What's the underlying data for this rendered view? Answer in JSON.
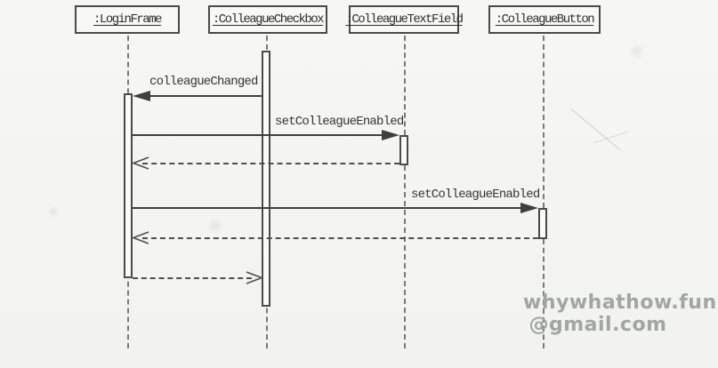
{
  "diagram": {
    "type": "uml-sequence",
    "lifelines": [
      {
        "label": ":LoginFrame"
      },
      {
        "label": ":ColleagueCheckbox"
      },
      {
        "label": ":ColleagueTextField"
      },
      {
        "label": ":ColleagueButton"
      }
    ],
    "messages": [
      {
        "label": "colleagueChanged",
        "from": ":ColleagueCheckbox",
        "to": ":LoginFrame",
        "kind": "call"
      },
      {
        "label": "setColleagueEnabled",
        "from": ":LoginFrame",
        "to": ":ColleagueTextField",
        "kind": "call"
      },
      {
        "label": "",
        "from": ":ColleagueTextField",
        "to": ":LoginFrame",
        "kind": "return"
      },
      {
        "label": "setColleagueEnabled",
        "from": ":LoginFrame",
        "to": ":ColleagueButton",
        "kind": "call"
      },
      {
        "label": "",
        "from": ":ColleagueButton",
        "to": ":LoginFrame",
        "kind": "return"
      },
      {
        "label": "",
        "from": ":LoginFrame",
        "to": ":ColleagueCheckbox",
        "kind": "return"
      }
    ]
  },
  "watermark": {
    "line1": "whywhathow.fun",
    "line2": "@gmail.com"
  },
  "colors": {
    "ink": "#3f3f3f",
    "paper": "#f4f4f2",
    "watermark": "#a3a6a0"
  }
}
